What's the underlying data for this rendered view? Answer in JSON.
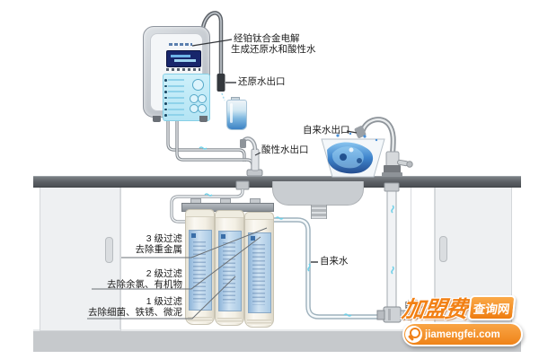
{
  "annotations": {
    "electrolysis": {
      "line1": "经铂钛合金电解",
      "line2": "生成还原水和酸性水"
    },
    "reduced_water_outlet": "还原水出口",
    "acidic_water_outlet": "酸性水出口",
    "tap_water_outlet": "自来水出口",
    "tap_water_pipe": "自来水",
    "tap_water_inlet": "自来水"
  },
  "filter_labels": [
    {
      "stage": "3 级过滤",
      "removes": "去除重金属"
    },
    {
      "stage": "2 级过滤",
      "removes": "去除余氯、有机物"
    },
    {
      "stage": "1 级过滤",
      "removes": "去除细菌、铁锈、微泥"
    }
  ],
  "watermark": {
    "name_part1": "加盟费",
    "name_part2": "查询网",
    "domain": "jiamengfei.com"
  },
  "colors": {
    "watermark_orange": "#f08018",
    "flow_mark_cyan": "#6fd0e8",
    "splash_blue": "#2f7ac8",
    "device_panel_blue": "#c5ecf8",
    "counter_gray": "#5f6468",
    "filter_label_blue": "#a9c9e4"
  }
}
